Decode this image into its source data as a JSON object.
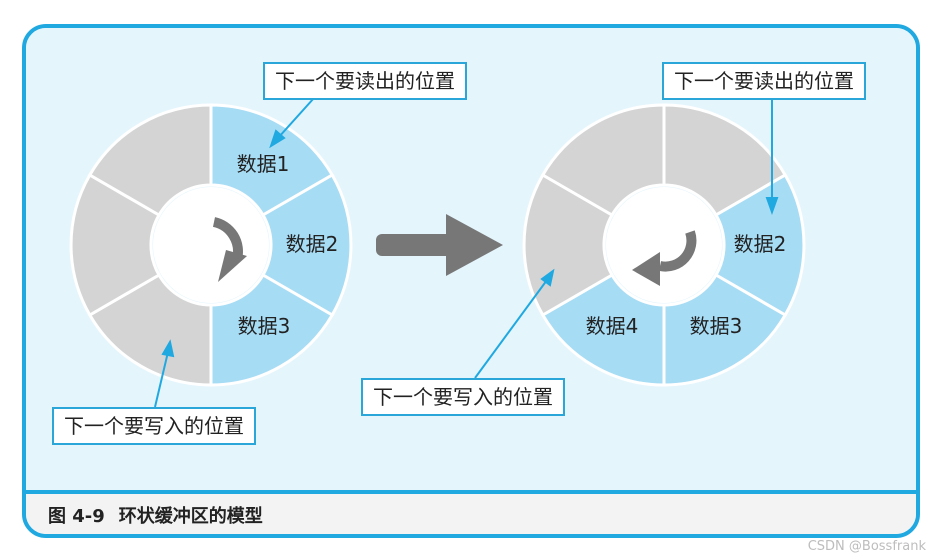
{
  "left_ring": {
    "segments": [
      "数据1",
      "数据2",
      "数据3"
    ],
    "read_label": "下一个要读出的位置",
    "write_label": "下一个要写入的位置"
  },
  "right_ring": {
    "segments": [
      "数据2",
      "数据3",
      "数据4"
    ],
    "read_label": "下一个要读出的位置",
    "write_label": "下一个要写入的位置"
  },
  "caption": {
    "number": "图 4-9",
    "title": "环状缓冲区的模型"
  },
  "watermark": "CSDN @Bossfrank",
  "colors": {
    "filled": "#a7dcf5",
    "empty": "#d4d4d4",
    "border": "#20a9e1",
    "panel": "#e4f5fc",
    "arrow": "#777777"
  }
}
